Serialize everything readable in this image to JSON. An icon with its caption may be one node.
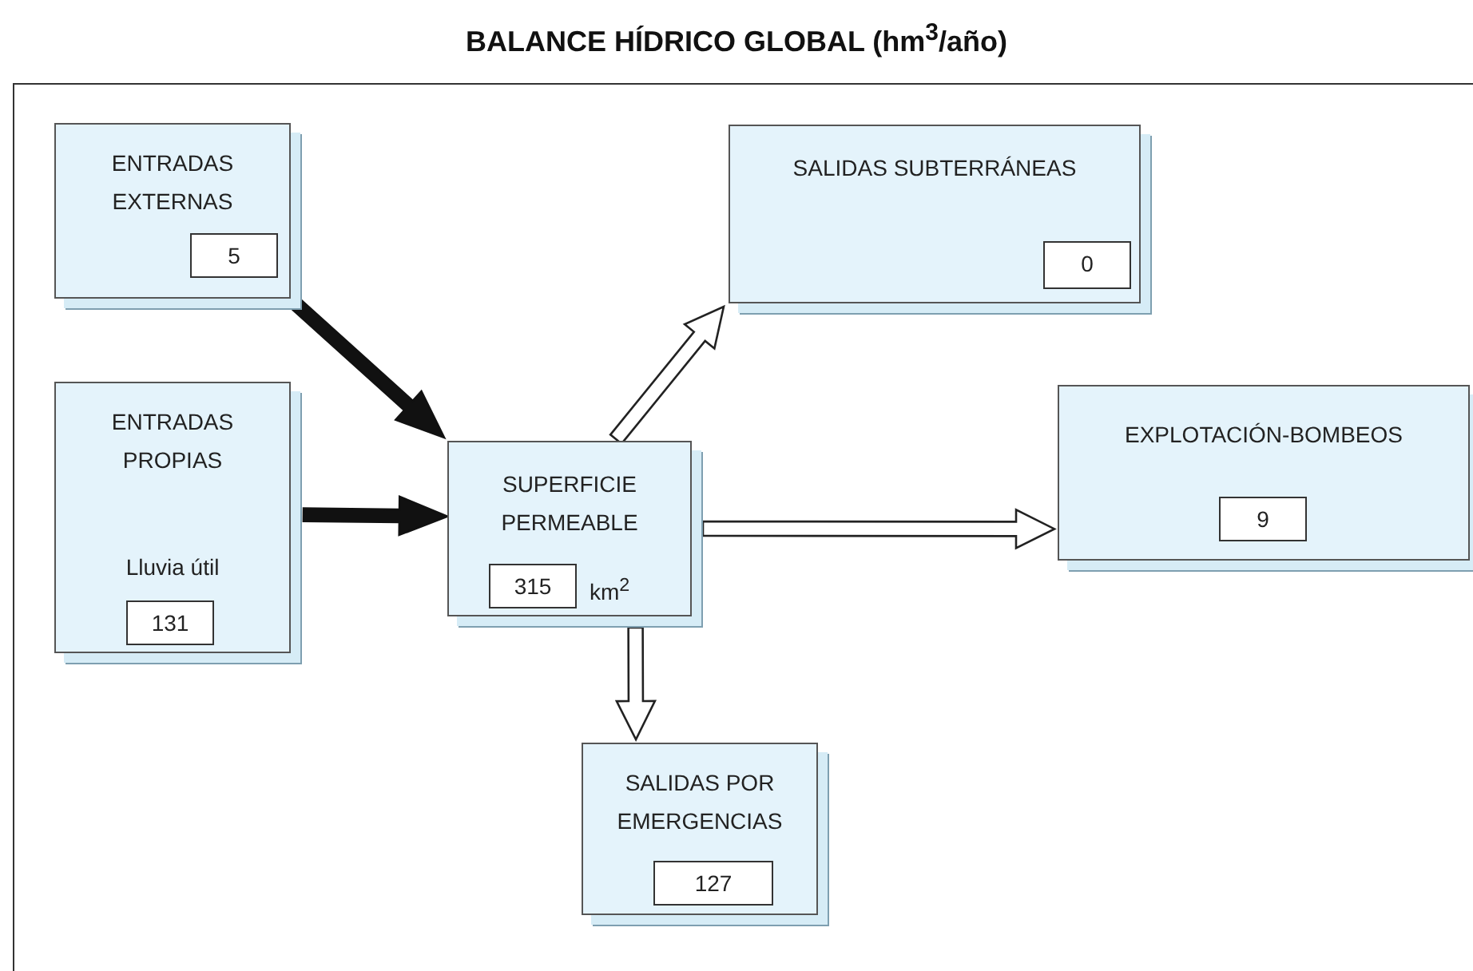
{
  "diagram": {
    "title": "BALANCE HÍDRICO GLOBAL (hm$^{3}$/año)",
    "nodes": [
      {
        "text": [
          "ENTRADAS EXTERNAS"
        ]
      },
      {
        "text": [
          "5"
        ],
        "in": 0
      },
      {
        "text": [
          "SALIDAS SUBTERRÁNEAS"
        ]
      },
      {
        "text": [
          "0"
        ],
        "in": 2
      },
      {
        "text": [
          "ENTRADAS PROPIAS",
          "Lluvia útil"
        ]
      },
      {
        "text": [
          "131"
        ],
        "in": 4
      },
      {
        "text": [
          "SUPERFICIE PERMEABLE",
          "km$^{2}$"
        ]
      },
      {
        "text": [
          "315"
        ],
        "in": 6
      },
      {
        "text": [
          "EXPLOTACIÓN-BOMBEOS"
        ]
      },
      {
        "text": [
          "9"
        ],
        "in": 8
      },
      {
        "text": [
          "SALIDAS POR EMERGENCIAS"
        ]
      },
      {
        "text": [
          "127"
        ],
        "in": 10
      }
    ],
    "edges": [
      {
        "from": 0,
        "to": 6,
        "arrow": "to",
        "style": "thick"
      },
      {
        "from": 4,
        "to": 6,
        "arrow": "to",
        "style": "thick"
      },
      {
        "from": 6,
        "to": 2,
        "arrow": "to"
      },
      {
        "from": 6,
        "to": 8,
        "arrow": "to"
      },
      {
        "from": 6,
        "to": 10,
        "arrow": "to"
      }
    ]
  }
}
